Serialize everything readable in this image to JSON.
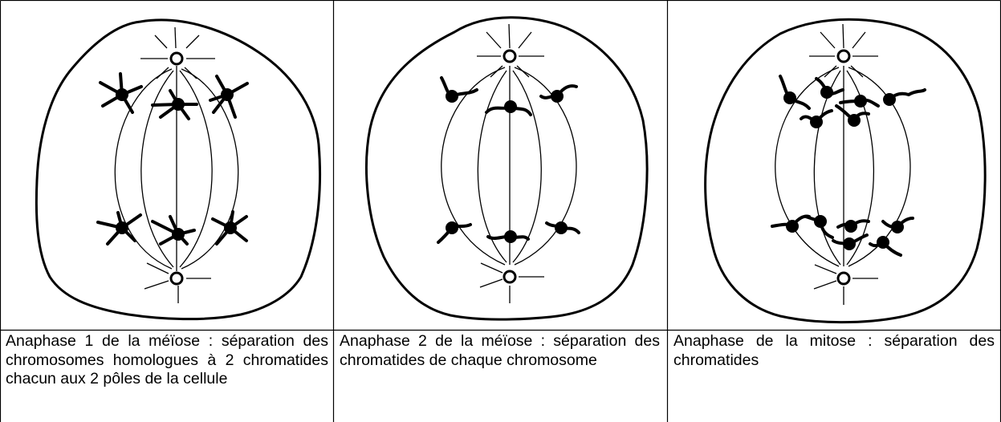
{
  "panels": [
    {
      "caption": "Anaphase 1 de la méïose : séparation des chromosomes homologues à 2 chromatides chacun aux 2 pôles de la cellule"
    },
    {
      "caption": "Anaphase 2 de la méïose : séparation des chromatides de chaque chromosome"
    },
    {
      "caption": "Anaphase de la mitose : séparation des chromatides"
    }
  ]
}
